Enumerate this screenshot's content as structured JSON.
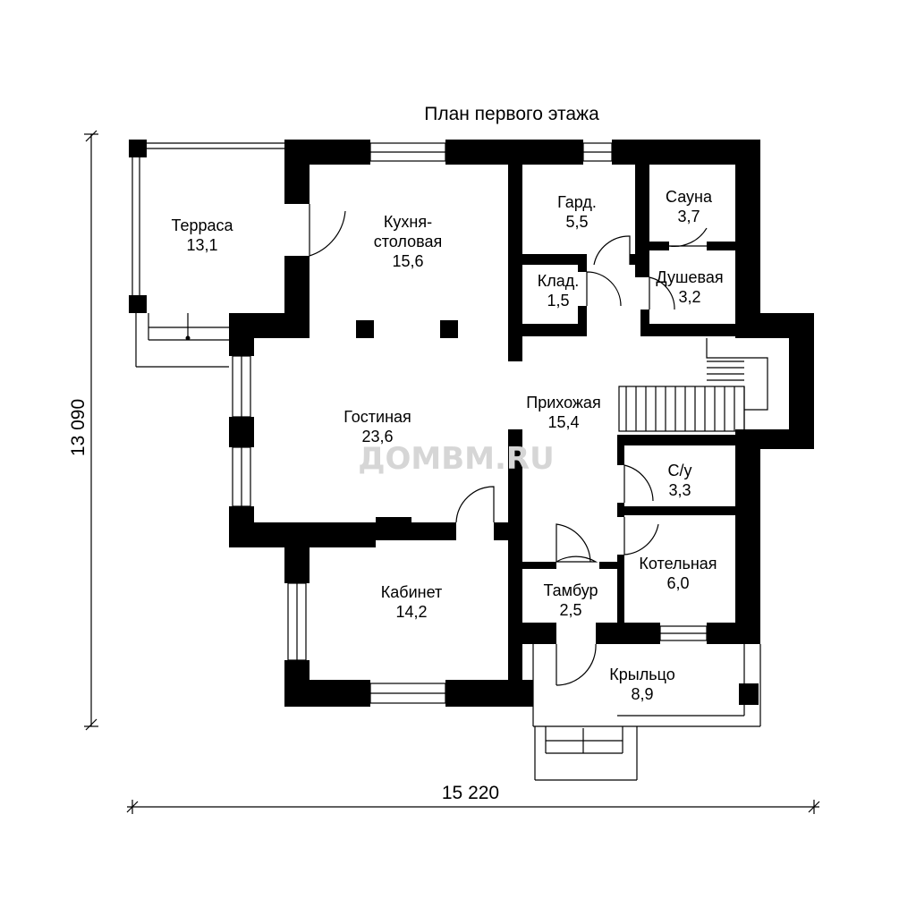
{
  "title": "План первого этажа",
  "watermark": "ДОМВМ.RU",
  "dimensions": {
    "width": "15 220",
    "height": "13 090"
  },
  "rooms": [
    {
      "name": "Терраса",
      "area": "13,1"
    },
    {
      "name": "Кухня-",
      "name2": "столовая",
      "area": "15,6"
    },
    {
      "name": "Гард.",
      "area": "5,5"
    },
    {
      "name": "Сауна",
      "area": "3,7"
    },
    {
      "name": "Клад.",
      "area": "1,5"
    },
    {
      "name": "Душевая",
      "area": "3,2"
    },
    {
      "name": "Прихожая",
      "area": "15,4"
    },
    {
      "name": "Гостиная",
      "area": "23,6"
    },
    {
      "name": "С/у",
      "area": "3,3"
    },
    {
      "name": "Котельная",
      "area": "6,0"
    },
    {
      "name": "Тамбур",
      "area": "2,5"
    },
    {
      "name": "Кабинет",
      "area": "14,2"
    },
    {
      "name": "Крыльцо",
      "area": "8,9"
    }
  ]
}
